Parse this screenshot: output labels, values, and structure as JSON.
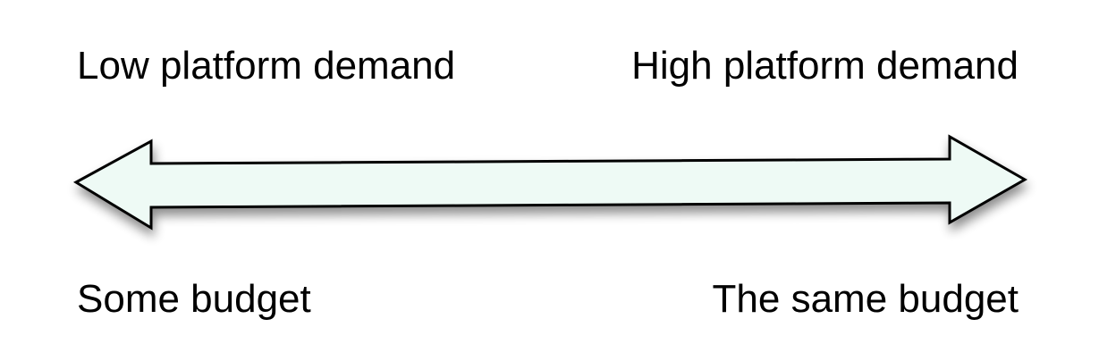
{
  "labels": {
    "top_left": "Low platform demand",
    "top_right": "High platform demand",
    "bottom_left": "Some budget",
    "bottom_right": "The same budget"
  },
  "arrow": {
    "fill_color": "#eefaf5",
    "stroke_color": "#000000",
    "shadow_color": "#9a9a9a"
  }
}
